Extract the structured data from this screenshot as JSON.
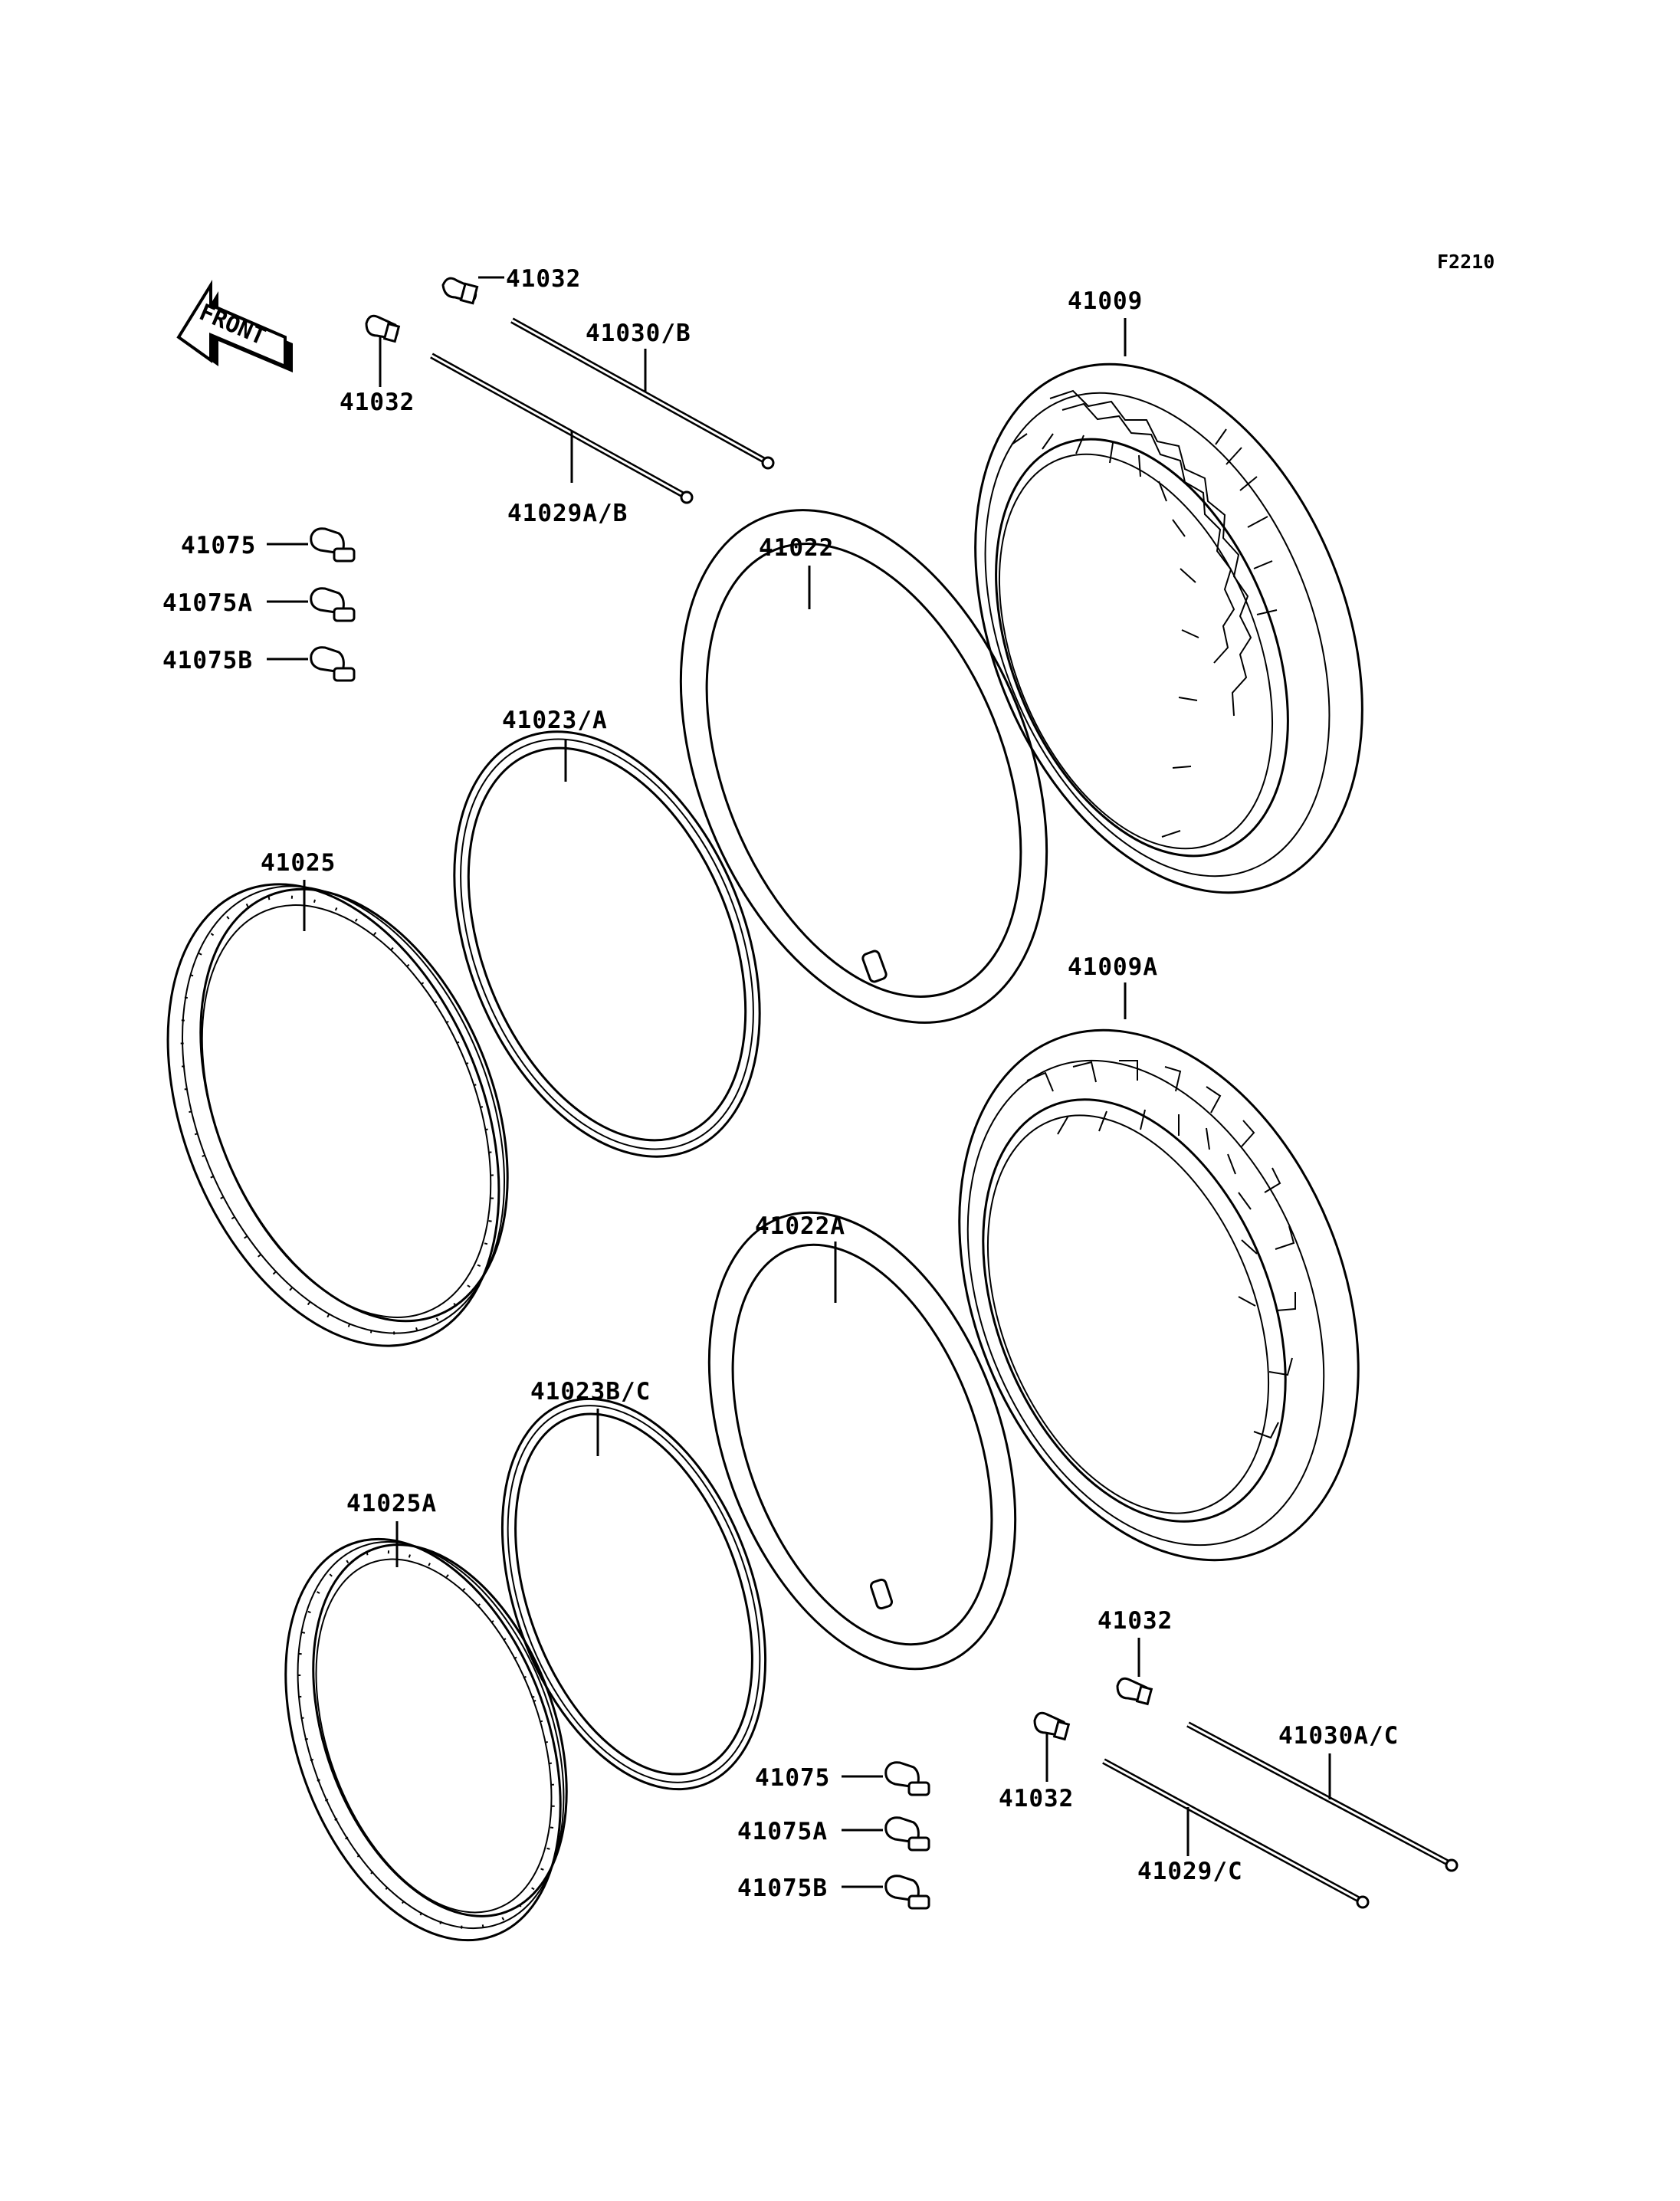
{
  "diagram": {
    "code": "F2210",
    "front_label": "FRONT",
    "callouts": {
      "valve_cap_upper_right": "41032",
      "valve_cap_upper_left": "41032",
      "spoke_upper_outer": "41030/B",
      "spoke_upper_inner": "41029A/B",
      "tire_front": "41009",
      "balance_weight_1_upper": "41075",
      "balance_weight_2_upper": "41075A",
      "balance_weight_3_upper": "41075B",
      "tube_front": "41022",
      "rim_band_front": "41023/A",
      "rim_front": "41025",
      "tire_rear": "41009A",
      "tube_rear": "41022A",
      "rim_band_rear": "41023B/C",
      "rim_rear": "41025A",
      "valve_cap_lower_right": "41032",
      "valve_cap_lower_left": "41032",
      "spoke_lower_outer": "41030A/C",
      "spoke_lower_inner": "41029/C",
      "balance_weight_1_lower": "41075",
      "balance_weight_2_lower": "41075A",
      "balance_weight_3_lower": "41075B"
    }
  }
}
